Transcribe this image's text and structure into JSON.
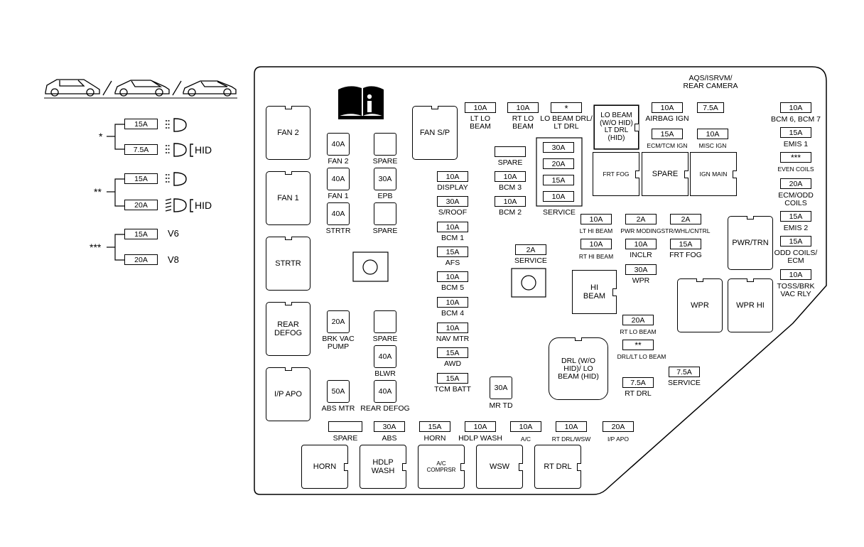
{
  "legend": {
    "groups": [
      {
        "marker": "*",
        "fuses": [
          "15A",
          "7.5A"
        ],
        "tags": [
          "",
          "HID"
        ]
      },
      {
        "marker": "**",
        "fuses": [
          "15A",
          "20A"
        ],
        "tags": [
          "",
          "HID"
        ]
      },
      {
        "marker": "***",
        "fuses": [
          "15A",
          "20A"
        ],
        "tags": [
          "V6",
          "V8"
        ]
      }
    ]
  },
  "relays": {
    "fan2": "FAN 2",
    "fan1": "FAN 1",
    "strtr": "STRTR",
    "rear_defog": "REAR DEFOG",
    "ip_apo": "I/P APO",
    "fan_sp": "FAN S/P",
    "lo_beam": "LO BEAM (W/O HID) LT DRL (HID)",
    "frt_fog": "FRT FOG",
    "spare": "SPARE",
    "ign_main": "IGN MAIN",
    "pwr_trn": "PWR/TRN",
    "hi_beam": "HI BEAM",
    "wpr": "WPR",
    "wpr_hi": "WPR HI",
    "drl": "DRL (W/O HID)/ LO BEAM (HID)",
    "horn": "HORN",
    "hdlp_wash": "HDLP WASH",
    "ac_comprsr": "A/C COMPRSR",
    "wsw": "WSW",
    "rt_drl": "RT DRL"
  },
  "maxi": [
    {
      "val": "40A",
      "name": "FAN 2"
    },
    {
      "val": "",
      "name": "SPARE"
    },
    {
      "val": "40A",
      "name": "FAN 1"
    },
    {
      "val": "30A",
      "name": "EPB"
    },
    {
      "val": "40A",
      "name": "STRTR"
    },
    {
      "val": "",
      "name": "SPARE"
    },
    {
      "val": "20A",
      "name": "BRK VAC PUMP"
    },
    {
      "val": "",
      "name": "SPARE"
    },
    {
      "val": "40A",
      "name": "BLWR"
    },
    {
      "val": "50A",
      "name": "ABS MTR"
    },
    {
      "val": "40A",
      "name": "REAR DEFOG"
    },
    {
      "val": "30A",
      "name": "MR TD"
    }
  ],
  "fuses": {
    "col1": [
      {
        "val": "10A",
        "name": "DISPLAY"
      },
      {
        "val": "30A",
        "name": "S/ROOF"
      },
      {
        "val": "10A",
        "name": "BCM 1"
      },
      {
        "val": "15A",
        "name": "AFS"
      },
      {
        "val": "10A",
        "name": "BCM 5"
      },
      {
        "val": "10A",
        "name": "BCM 4"
      },
      {
        "val": "10A",
        "name": "NAV MTR"
      },
      {
        "val": "15A",
        "name": "AWD"
      },
      {
        "val": "15A",
        "name": "TCM BATT"
      }
    ],
    "top": [
      {
        "val": "10A",
        "name": "LT LO BEAM"
      },
      {
        "val": "10A",
        "name": "RT LO BEAM"
      },
      {
        "val": "*",
        "name": "LO BEAM DRL/ LT DRL"
      }
    ],
    "mid": [
      {
        "val": "",
        "name": "SPARE"
      },
      {
        "val": "10A",
        "name": "BCM 3"
      },
      {
        "val": "10A",
        "name": "BCM 2"
      }
    ],
    "service_group": {
      "vals": [
        "30A",
        "20A",
        "15A",
        "10A"
      ],
      "name": "SERVICE"
    },
    "service2": {
      "val": "2A",
      "name": "SERVICE"
    },
    "upper_right": [
      {
        "val": "10A",
        "name": "AIRBAG IGN"
      },
      {
        "val": "7.5A",
        "name": "AQS/ISRVM/ REAR CAMERA"
      },
      {
        "val": "15A",
        "name": "ECM/TCM IGN"
      },
      {
        "val": "10A",
        "name": "MISC IGN"
      }
    ],
    "row_mid": [
      {
        "val": "10A",
        "name": "LT HI BEAM"
      },
      {
        "val": "2A",
        "name": "PWR MODING"
      },
      {
        "val": "2A",
        "name": "STR/WHL/CNTRL"
      },
      {
        "val": "10A",
        "name": "RT HI BEAM"
      },
      {
        "val": "10A",
        "name": "INCLR"
      },
      {
        "val": "15A",
        "name": "FRT FOG"
      },
      {
        "val": "30A",
        "name": "WPR"
      }
    ],
    "lower_mid": [
      {
        "val": "20A",
        "name": "RT LO BEAM"
      },
      {
        "val": "**",
        "name": "DRL/LT LO BEAM"
      },
      {
        "val": "7.5A",
        "name": "RT DRL"
      },
      {
        "val": "7.5A",
        "name": "SERVICE"
      }
    ],
    "right_col": [
      {
        "val": "10A",
        "name": "BCM 6, BCM 7"
      },
      {
        "val": "15A",
        "name": "EMIS 1"
      },
      {
        "val": "***",
        "name": "EVEN COILS"
      },
      {
        "val": "20A",
        "name": "ECM/ODD COILS"
      },
      {
        "val": "15A",
        "name": "EMIS 2"
      },
      {
        "val": "15A",
        "name": "ODD COILS/ ECM"
      },
      {
        "val": "10A",
        "name": "TOSS/BRK VAC RLY"
      }
    ],
    "bottom": [
      {
        "val": "",
        "name": "SPARE"
      },
      {
        "val": "30A",
        "name": "ABS"
      },
      {
        "val": "15A",
        "name": "HORN"
      },
      {
        "val": "10A",
        "name": "HDLP WASH"
      },
      {
        "val": "10A",
        "name": "A/C"
      },
      {
        "val": "10A",
        "name": "RT DRL/WSW"
      },
      {
        "val": "20A",
        "name": "I/P APO"
      }
    ]
  }
}
